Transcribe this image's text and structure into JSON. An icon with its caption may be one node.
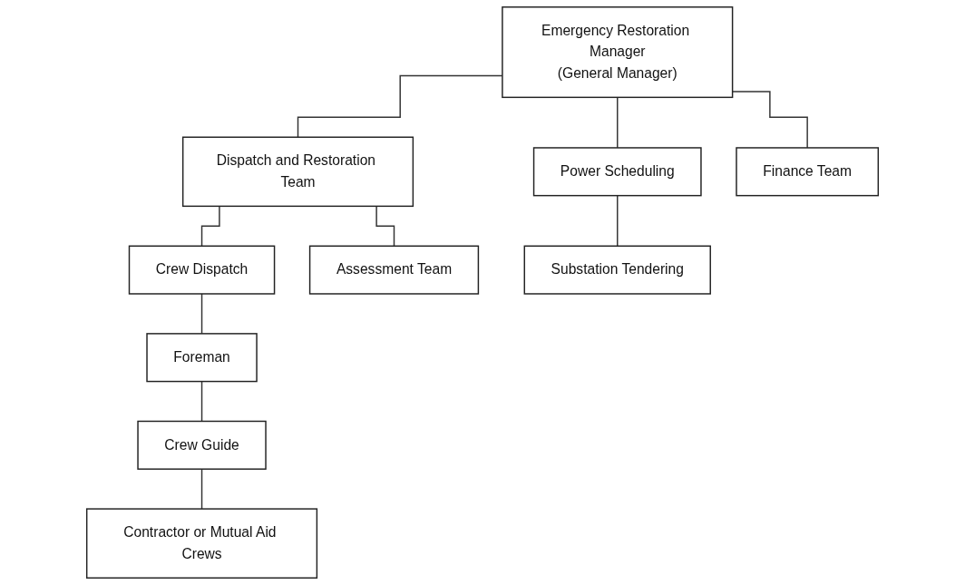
{
  "diagram": {
    "nodes": [
      {
        "text": [
          "Emergency Restoration Manager",
          "(General Manager)"
        ]
      },
      {
        "text": [
          "Dispatch and Restoration Team"
        ]
      },
      {
        "text": [
          "Power Scheduling"
        ]
      },
      {
        "text": [
          "Finance Team"
        ]
      },
      {
        "text": [
          "Crew Dispatch"
        ]
      },
      {
        "text": [
          "Substation Tendering"
        ]
      },
      {
        "text": [
          "Foreman"
        ]
      },
      {
        "text": [
          "Crew Guide"
        ]
      },
      {
        "text": [
          "Contractor or Mutual Aid Crews"
        ]
      },
      {
        "text": [
          "Assessment Team"
        ]
      }
    ],
    "edges": [
      {
        "from": 0,
        "to": 1,
        "arrow": "none"
      },
      {
        "from": 0,
        "to": 2,
        "arrow": "none"
      },
      {
        "from": 0,
        "to": 3,
        "arrow": "none"
      },
      {
        "from": 1,
        "to": 4,
        "arrow": "none"
      },
      {
        "from": 1,
        "to": 9,
        "arrow": "none"
      },
      {
        "from": 2,
        "to": 5,
        "arrow": "none"
      },
      {
        "from": 4,
        "to": 6,
        "arrow": "none"
      },
      {
        "from": 6,
        "to": 7,
        "arrow": "none"
      },
      {
        "from": 7,
        "to": 8,
        "arrow": "none"
      }
    ]
  }
}
